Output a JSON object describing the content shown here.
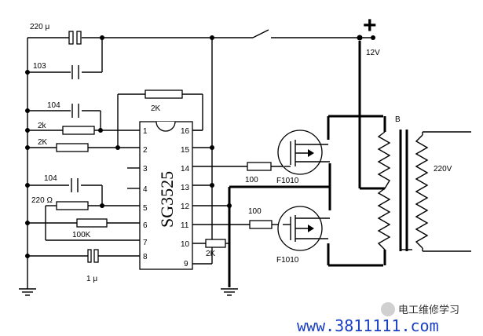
{
  "labels": {
    "c_220u": "220 μ",
    "c_103": "103",
    "c_104_top": "104",
    "r_2k_small": "2k",
    "r_2K_left": "2K",
    "r_2K_top": "2K",
    "c_104_mid": "104",
    "r_220ohm": "220 Ω",
    "r_100K": "100K",
    "c_1u": "1 μ",
    "r_100_top": "100",
    "r_100_bot": "100",
    "r_2K_bottom": "2K",
    "fet_top": "F1010",
    "fet_bot": "F1010",
    "supply_plus": "+",
    "supply_voltage": "12V",
    "transformer": "B",
    "output_voltage": "220V"
  },
  "chip": {
    "name": "SG3525",
    "pins_left": [
      "1",
      "2",
      "3",
      "4",
      "5",
      "6",
      "7",
      "8"
    ],
    "pins_right": [
      "16",
      "15",
      "14",
      "13",
      "12",
      "11",
      "10",
      "9"
    ]
  },
  "watermark": {
    "url": "www.3811111.com",
    "text": "电工维修学习"
  }
}
